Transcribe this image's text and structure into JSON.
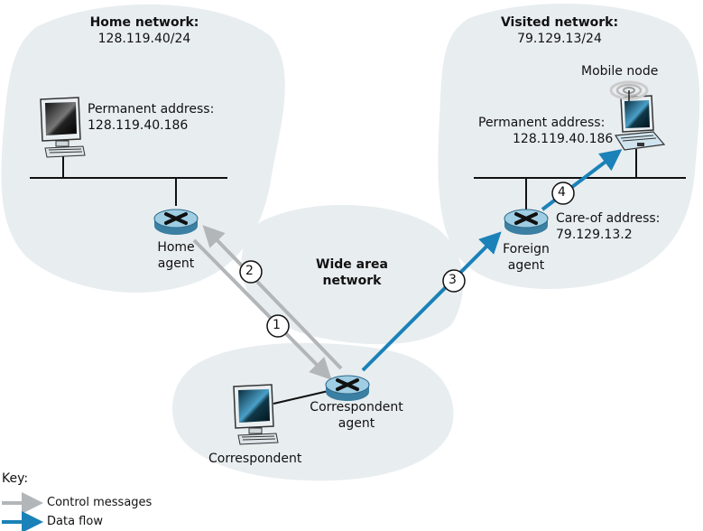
{
  "networks": {
    "home": {
      "title": "Home network:",
      "subnet": "128.119.40/24"
    },
    "visited": {
      "title": "Visited network:",
      "subnet": "79.129.13/24"
    },
    "wan": {
      "line1": "Wide area",
      "line2": "network"
    }
  },
  "nodes": {
    "home_host": {
      "addr_label": "Permanent address:",
      "addr": "128.119.40.186"
    },
    "home_agent": {
      "line1": "Home",
      "line2": "agent"
    },
    "mobile_node": {
      "label": "Mobile node",
      "addr_label": "Permanent address:",
      "addr": "128.119.40.186"
    },
    "foreign_agent": {
      "line1": "Foreign",
      "line2": "agent",
      "careof_label": "Care-of address:",
      "careof": "79.129.13.2"
    },
    "correspondent_agent": {
      "line1": "Correspondent",
      "line2": "agent"
    },
    "correspondent": {
      "label": "Correspondent"
    }
  },
  "steps": [
    "1",
    "2",
    "3",
    "4"
  ],
  "key": {
    "title": "Key:",
    "control": "Control messages",
    "data": "Data flow"
  },
  "colors": {
    "cloud": "#e8edf0",
    "control_arrow": "#b3b6b8",
    "data_arrow": "#1a82b8",
    "router": "#8fc2dc"
  }
}
